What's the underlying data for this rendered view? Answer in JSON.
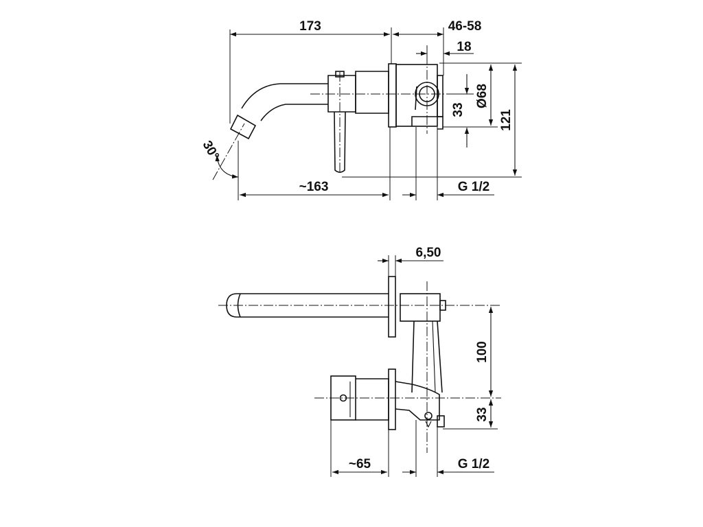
{
  "top_view": {
    "dim_length": "173",
    "dim_wall": "46-58",
    "dim_depth": "18",
    "dim_diameter": "Ø68",
    "dim_height": "121",
    "dim_offset": "33",
    "dim_angle": "30°",
    "dim_reach": "~163",
    "dim_thread": "G 1/2"
  },
  "side_view": {
    "dim_plate": "6,50",
    "dim_spacing": "100",
    "dim_offset": "33",
    "dim_handle": "~65",
    "dim_thread": "G 1/2"
  }
}
